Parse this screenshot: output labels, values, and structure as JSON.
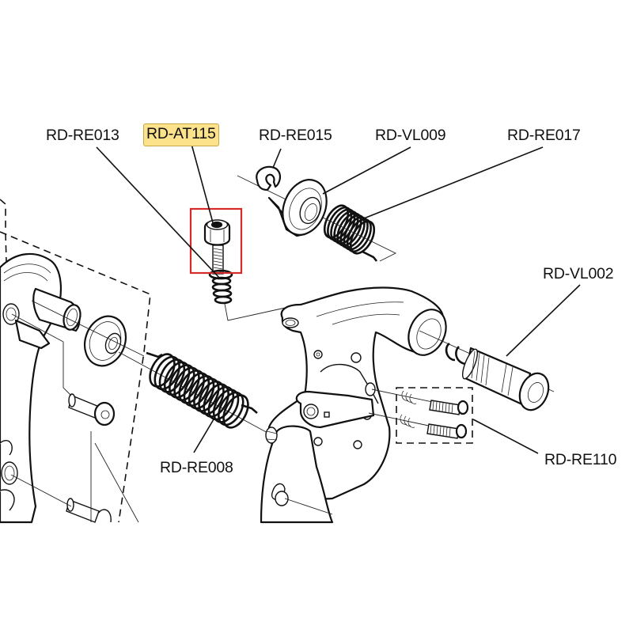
{
  "diagram": {
    "title": "Rear derailleur exploded parts view",
    "highlight_color": "#fde28c",
    "selection_box_color": "#d62a2a",
    "highlighted_part": "RD-AT115",
    "labels": [
      {
        "id": "rd-re013",
        "text": "RD-RE013",
        "highlighted": false
      },
      {
        "id": "rd-at115",
        "text": "RD-AT115",
        "highlighted": true
      },
      {
        "id": "rd-re015",
        "text": "RD-RE015",
        "highlighted": false
      },
      {
        "id": "rd-vl009",
        "text": "RD-VL009",
        "highlighted": false
      },
      {
        "id": "rd-re017",
        "text": "RD-RE017",
        "highlighted": false
      },
      {
        "id": "rd-vl002",
        "text": "RD-VL002",
        "highlighted": false
      },
      {
        "id": "rd-re008",
        "text": "RD-RE008",
        "highlighted": false
      },
      {
        "id": "rd-re110",
        "text": "RD-RE110",
        "highlighted": false
      }
    ],
    "parts": [
      {
        "id": "rd-re013",
        "depicts": "spring under adjuster bolt"
      },
      {
        "id": "rd-at115",
        "depicts": "socket cap adjuster bolt"
      },
      {
        "id": "rd-re015",
        "depicts": "e-clip retaining ring"
      },
      {
        "id": "rd-vl009",
        "depicts": "spring cap / bushing"
      },
      {
        "id": "rd-re017",
        "depicts": "torsion spring"
      },
      {
        "id": "rd-vl002",
        "depicts": "pivot axle with circlips"
      },
      {
        "id": "rd-re008",
        "depicts": "extension coil spring"
      },
      {
        "id": "rd-re110",
        "depicts": "pair of screws with springs"
      }
    ]
  }
}
